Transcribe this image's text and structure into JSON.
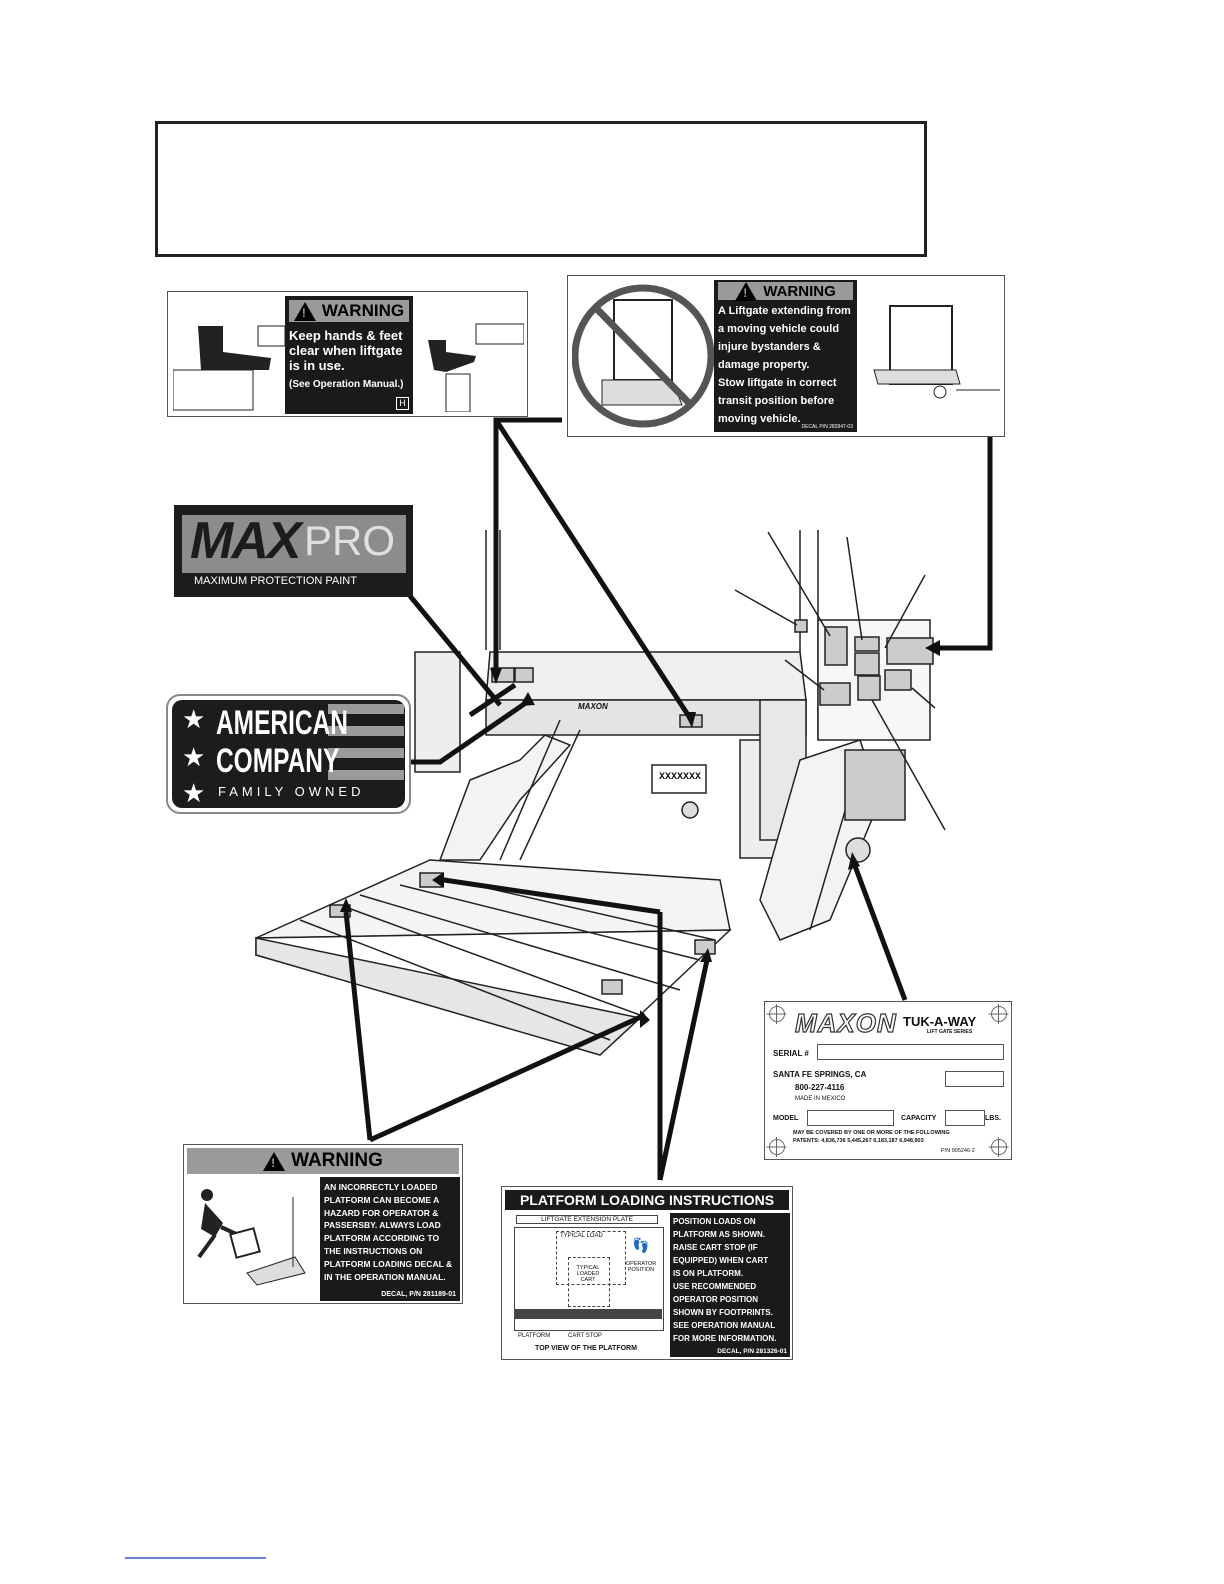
{
  "header_box": {
    "text": ""
  },
  "decal_hands": {
    "title": "WARNING",
    "lines": [
      "Keep hands & feet",
      "clear when liftgate",
      "is in use."
    ],
    "note": "(See Operation Manual.)",
    "badge": "H"
  },
  "decal_transit": {
    "title": "WARNING",
    "lines": [
      "A Liftgate extending from",
      "a moving vehicle could",
      "injure bystanders &",
      "damage property.",
      "Stow liftgate in correct",
      "transit position before",
      "moving vehicle."
    ],
    "part": "DECAL P/N 282847-03"
  },
  "maxpro": {
    "max": "MAX",
    "pro": "PRO",
    "tagline": "MAXIMUM PROTECTION PAINT"
  },
  "american": {
    "line1": "AMERICAN",
    "line2": "COMPANY",
    "line3": "FAMILY OWNED"
  },
  "vehicle_plate": {
    "text": "XXXXXXX",
    "brand": "MAXON"
  },
  "serial_plate": {
    "brand": "MAXON",
    "series": "TUK-A-WAY",
    "series_sub": "LIFT GATE SERIES",
    "serial_label": "SERIAL #",
    "address": "SANTA FE SPRINGS, CA",
    "phone": "800-227-4116",
    "made": "MADE IN MEXICO",
    "model_label": "MODEL",
    "capacity_label": "CAPACITY",
    "lbs_label": "LBS.",
    "patent_line1": "MAY BE COVERED BY ONE OR MORE OF THE FOLLOWING",
    "patent_line2": "PATENTS: 4,836,736 5,445,267 6,183,187 6,948,903",
    "part": "P/N 905246-2"
  },
  "decal_platform_warning": {
    "title": "WARNING",
    "lines": [
      "AN INCORRECTLY LOADED",
      "PLATFORM CAN BECOME A",
      "HAZARD FOR OPERATOR &",
      "PASSERSBY.  ALWAYS LOAD",
      "PLATFORM ACCORDING TO",
      "THE INSTRUCTIONS  ON",
      "PLATFORM LOADING DECAL &",
      "IN THE OPERATION MANUAL."
    ],
    "part": "DECAL, P/N 281189-01"
  },
  "decal_loading": {
    "title": "PLATFORM LOADING INSTRUCTIONS",
    "plate_label": "LIFTGATE EXTENSION PLATE",
    "typical_load": "TYPICAL LOAD",
    "loaded_cart": "TYPICAL LOADED CART",
    "operator_position": "OPERATOR POSITION",
    "platform_label": "PLATFORM",
    "cart_stop": "CART STOP",
    "top_view": "TOP VIEW OF THE PLATFORM",
    "lines": [
      "POSITION LOADS ON",
      "PLATFORM AS SHOWN.",
      "RAISE CART STOP (IF",
      "EQUIPPED) WHEN  CART",
      "IS ON PLATFORM.",
      "USE RECOMMENDED",
      "OPERATOR POSITION",
      "SHOWN BY FOOTPRINTS.",
      "SEE OPERATION MANUAL",
      "FOR MORE INFORMATION."
    ],
    "part": "DECAL, P/N 281326-01"
  }
}
